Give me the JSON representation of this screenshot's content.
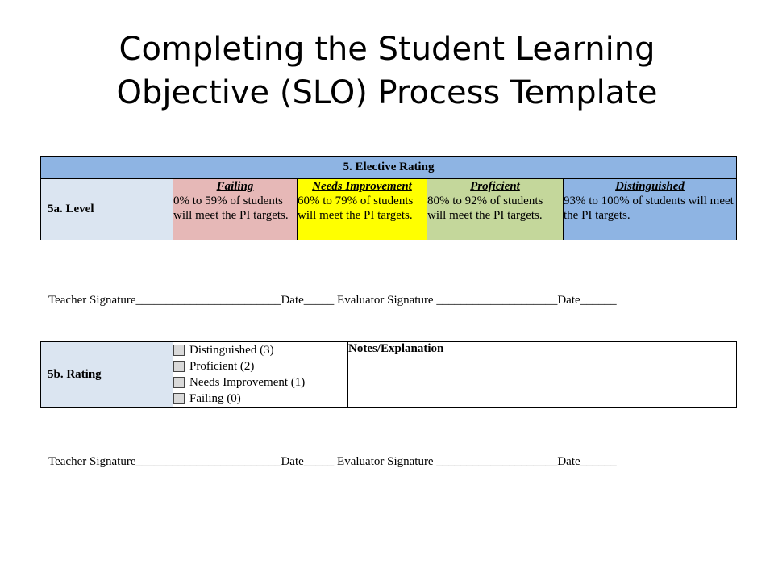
{
  "title": {
    "line1": "Completing the Student Learning",
    "line2": "Objective (SLO) Process Template"
  },
  "section5": {
    "header": "5. Elective Rating",
    "level_label": "5a. Level",
    "levels": [
      {
        "name": "Failing",
        "desc": "0% to 59% of students will meet the PI targets.",
        "color": "#e6b8b7"
      },
      {
        "name": "Needs Improvement",
        "desc": "60% to 79% of students will meet the PI targets.",
        "color": "#ffff00"
      },
      {
        "name": "Proficient",
        "desc": "80% to 92% of students will meet the PI targets.",
        "color": "#c4d79b"
      },
      {
        "name": "Distinguished",
        "desc": "93% to 100% of students will meet the PI targets.",
        "color": "#8eb4e3"
      }
    ]
  },
  "signature1": {
    "text": "Teacher Signature________________________Date_____ Evaluator Signature ____________________Date______"
  },
  "rating": {
    "label": "5b. Rating",
    "options": [
      "Distinguished (3)",
      "Proficient (2)",
      "Needs Improvement (1)",
      "Failing (0)"
    ],
    "notes_label": "Notes/Explanation"
  },
  "signature2": {
    "text": "Teacher Signature________________________Date_____ Evaluator Signature ____________________Date______"
  }
}
